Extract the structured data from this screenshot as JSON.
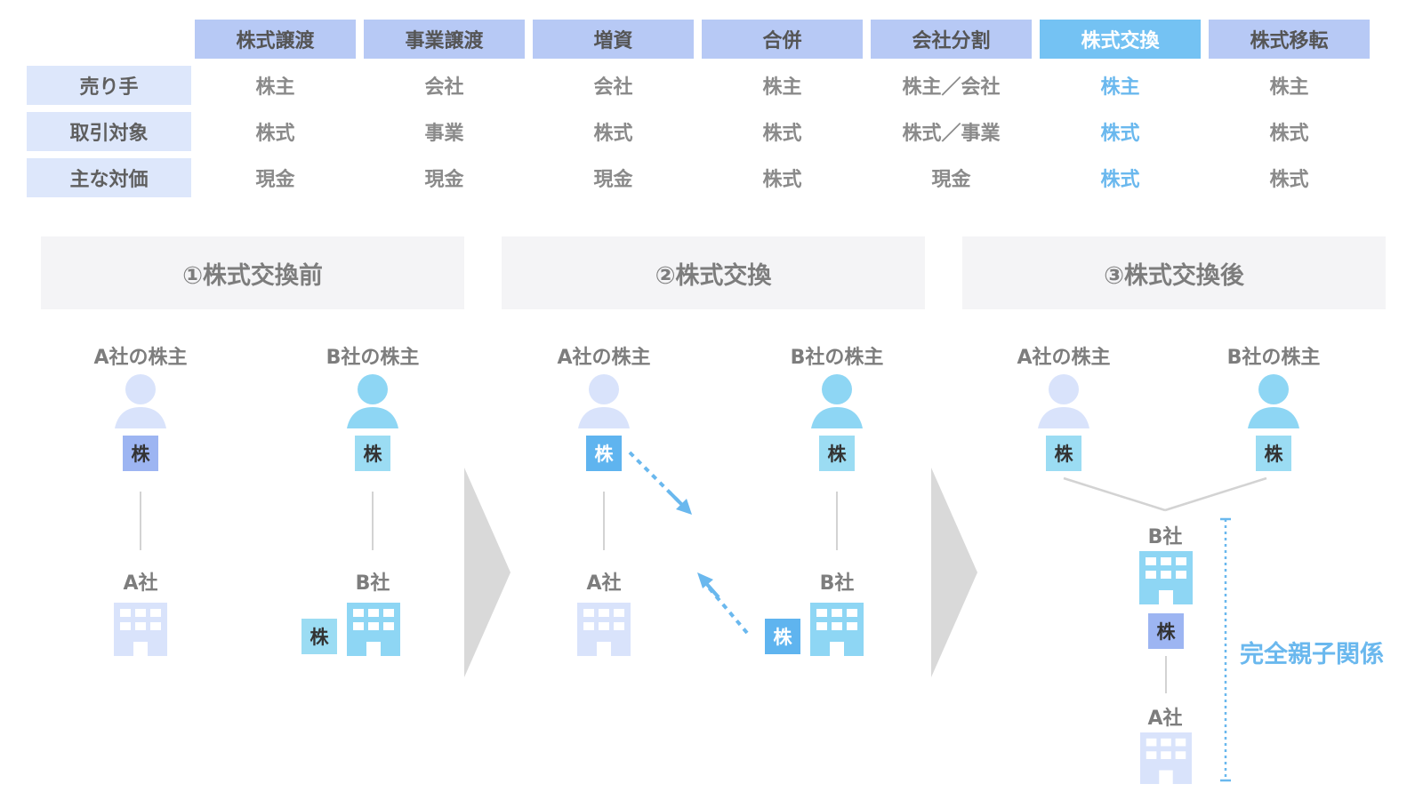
{
  "table": {
    "columns": [
      "株式譲渡",
      "事業譲渡",
      "増資",
      "合併",
      "会社分割",
      "株式交換",
      "株式移転"
    ],
    "highlight_index": 5,
    "rows": [
      {
        "label": "売り手",
        "values": [
          "株主",
          "会社",
          "会社",
          "株主",
          "株主／会社",
          "株主",
          "株主"
        ]
      },
      {
        "label": "取引対象",
        "values": [
          "株式",
          "事業",
          "株式",
          "株式",
          "株式／事業",
          "株式",
          "株式"
        ]
      },
      {
        "label": "主な対価",
        "values": [
          "現金",
          "現金",
          "現金",
          "株式",
          "現金",
          "株式",
          "株式"
        ]
      }
    ]
  },
  "steps": {
    "s1": {
      "title": "①株式交換前",
      "a_holder": "A社の株主",
      "b_holder": "B社の株主",
      "a_company": "A社",
      "b_company": "B社",
      "a_share": "株",
      "b_share": "株",
      "b_company_share": "株"
    },
    "s2": {
      "title": "②株式交換",
      "a_holder": "A社の株主",
      "b_holder": "B社の株主",
      "a_company": "A社",
      "b_company": "B社",
      "a_share": "株",
      "b_share": "株",
      "b_company_share": "株"
    },
    "s3": {
      "title": "③株式交換後",
      "a_holder": "A社の株主",
      "b_holder": "B社の株主",
      "b_company": "B社",
      "a_company": "A社",
      "a_share": "株",
      "b_share": "株",
      "mid_share": "株",
      "relation": "完全親子関係"
    }
  },
  "colors": {
    "header": "#b7c9f5",
    "header_highlight": "#74c2f3",
    "row_label": "#dde7fb",
    "highlight_text": "#6ab8ee",
    "person_dark": "#d9e3fb",
    "person_light": "#8ed6f4",
    "building_dark": "#d9e3fb",
    "building_light": "#8ed6f4",
    "arrow": "#6ab8ee",
    "chevron": "#d9d9d9"
  }
}
